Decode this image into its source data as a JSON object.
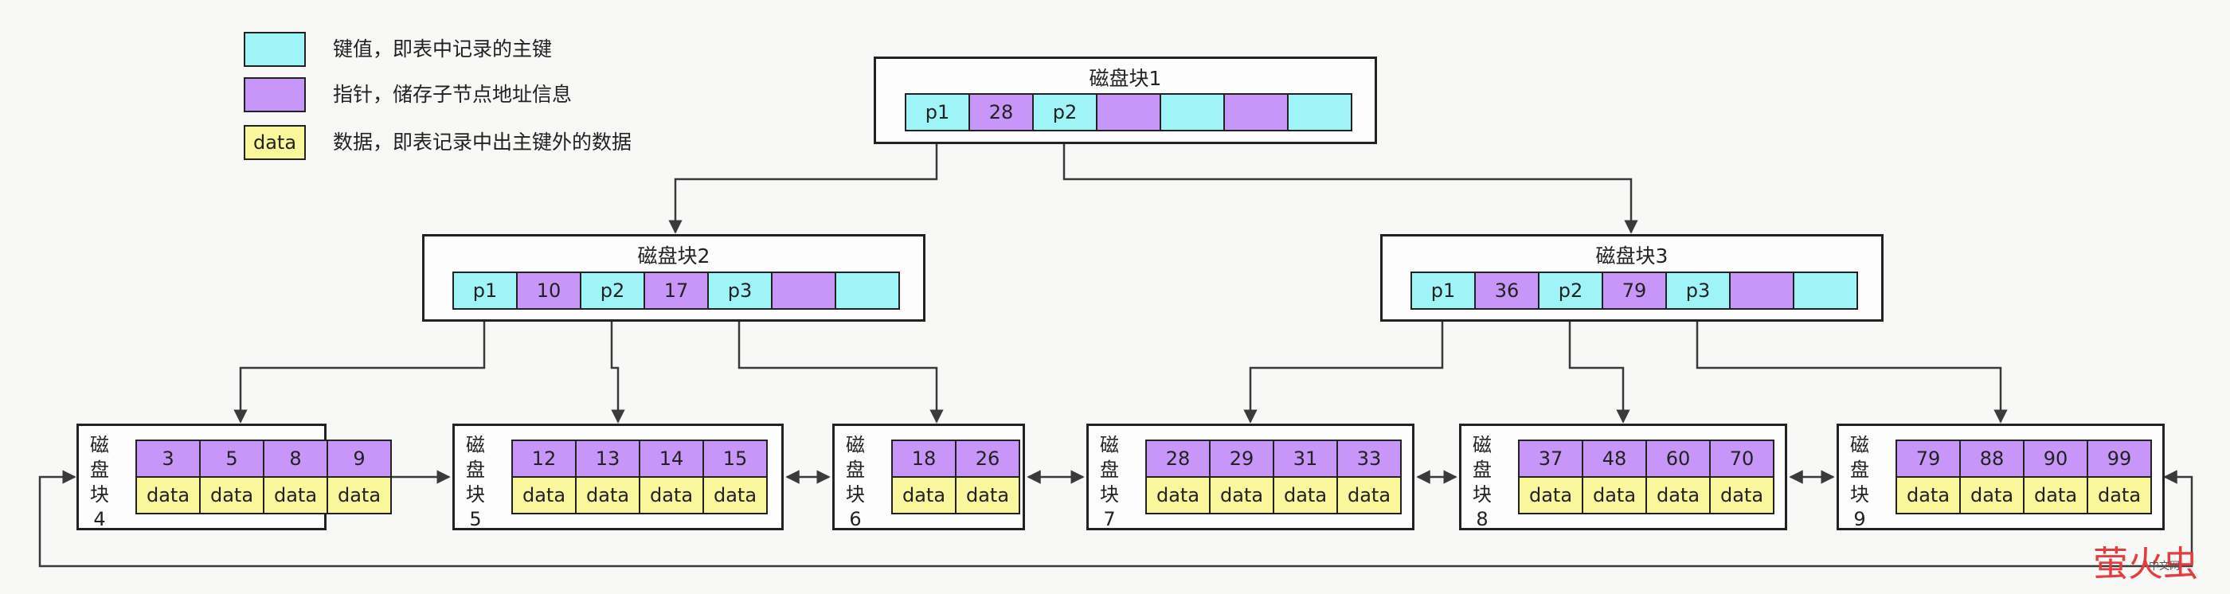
{
  "legend": [
    {
      "swatch_text": "",
      "color": "#9ff4f7",
      "label": "键值，即表中记录的主键"
    },
    {
      "swatch_text": "",
      "color": "#c896f8",
      "label": "指针，储存子节点地址信息"
    },
    {
      "swatch_text": "data",
      "color": "#f9f69c",
      "label": "数据，即表记录中出主键外的数据"
    }
  ],
  "colors": {
    "key": "#9ff4f7",
    "pointer": "#c896f8",
    "data": "#f9f69c",
    "line": "#3a3a3a"
  },
  "internal_blocks": [
    {
      "title": "磁盘块1",
      "cells": [
        {
          "text": "p1",
          "type": "key"
        },
        {
          "text": "28",
          "type": "pointer"
        },
        {
          "text": "p2",
          "type": "key"
        },
        {
          "text": "",
          "type": "pointer"
        },
        {
          "text": "",
          "type": "key"
        },
        {
          "text": "",
          "type": "pointer"
        },
        {
          "text": "",
          "type": "key"
        }
      ]
    },
    {
      "title": "磁盘块2",
      "cells": [
        {
          "text": "p1",
          "type": "key"
        },
        {
          "text": "10",
          "type": "pointer"
        },
        {
          "text": "p2",
          "type": "key"
        },
        {
          "text": "17",
          "type": "pointer"
        },
        {
          "text": "p3",
          "type": "key"
        },
        {
          "text": "",
          "type": "pointer"
        },
        {
          "text": "",
          "type": "key"
        }
      ]
    },
    {
      "title": "磁盘块3",
      "cells": [
        {
          "text": "p1",
          "type": "key"
        },
        {
          "text": "36",
          "type": "pointer"
        },
        {
          "text": "p2",
          "type": "key"
        },
        {
          "text": "79",
          "type": "pointer"
        },
        {
          "text": "p3",
          "type": "key"
        },
        {
          "text": "",
          "type": "pointer"
        },
        {
          "text": "",
          "type": "key"
        }
      ]
    }
  ],
  "leaf_blocks": [
    {
      "title": [
        "磁",
        "盘",
        "块",
        "4"
      ],
      "keys": [
        "3",
        "5",
        "8",
        "9"
      ],
      "data": [
        "data",
        "data",
        "data",
        "data"
      ]
    },
    {
      "title": [
        "磁",
        "盘",
        "块",
        "5"
      ],
      "keys": [
        "12",
        "13",
        "14",
        "15"
      ],
      "data": [
        "data",
        "data",
        "data",
        "data"
      ]
    },
    {
      "title": [
        "磁",
        "盘",
        "块",
        "6"
      ],
      "keys": [
        "18",
        "26"
      ],
      "data": [
        "data",
        "data"
      ]
    },
    {
      "title": [
        "磁",
        "盘",
        "块",
        "7"
      ],
      "keys": [
        "28",
        "29",
        "31",
        "33"
      ],
      "data": [
        "data",
        "data",
        "data",
        "data"
      ]
    },
    {
      "title": [
        "磁",
        "盘",
        "块",
        "8"
      ],
      "keys": [
        "37",
        "48",
        "60",
        "70"
      ],
      "data": [
        "data",
        "data",
        "data",
        "data"
      ]
    },
    {
      "title": [
        "磁",
        "盘",
        "块",
        "9"
      ],
      "keys": [
        "79",
        "88",
        "90",
        "99"
      ],
      "data": [
        "data",
        "data",
        "data",
        "data"
      ]
    }
  ],
  "watermark": {
    "main": "萤火虫",
    "sub": "中文网"
  }
}
